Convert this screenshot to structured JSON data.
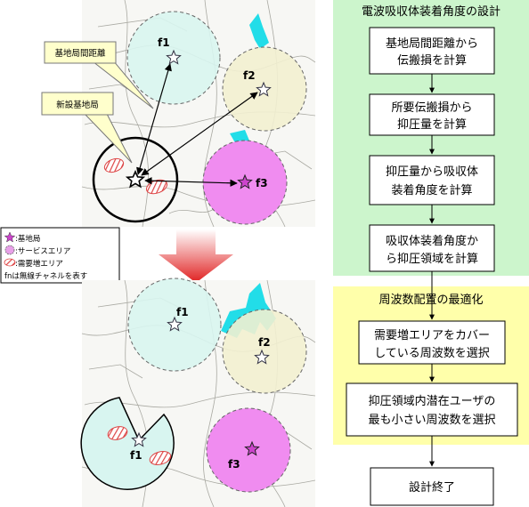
{
  "maps": {
    "top": {
      "cell_f1": "f1",
      "cell_f2": "f2",
      "cell_f3": "f3",
      "callout_distance": "基地局間距離",
      "callout_new_station": "新設基地局"
    },
    "bottom": {
      "cell_f1_upper": "f1",
      "cell_f2": "f2",
      "cell_f3": "f3",
      "cell_f1_new": "f1"
    }
  },
  "legend": {
    "items": [
      {
        "icon": "star-icon",
        "label": ":基地局",
        "color": "#cc44cc"
      },
      {
        "icon": "circle-icon",
        "label": ":サービスエリア",
        "color": "#e8a0e8"
      },
      {
        "icon": "hatched-ellipse-icon",
        "label": ":需要増エリア",
        "color": "#dd4444"
      }
    ],
    "note": "fnは無線チャネルを表す"
  },
  "flow": {
    "section1": {
      "title": "電波吸収体装着角度の設計",
      "steps": [
        [
          "基地局間距離から",
          "伝搬損を計算"
        ],
        [
          "所要伝搬損から",
          "抑圧量を計算"
        ],
        [
          "抑圧量から吸収体",
          "装着角度を計算"
        ],
        [
          "吸収体装着角度か",
          "ら抑圧領域を計算"
        ]
      ]
    },
    "section2": {
      "title": "周波数配置の最適化",
      "steps": [
        [
          "需要増エリアをカバー",
          "している周波数を選択"
        ],
        [
          "抑圧領域内潜在ユーザの",
          "最も小さい周波数を選択"
        ]
      ]
    },
    "end": "設計終了"
  },
  "colors": {
    "flow_section1_bg": "#ccf5cc",
    "flow_section2_bg": "#ffffaa",
    "cell_f1_fill": "#d8f5f0",
    "cell_f2_fill": "#f2f0d0",
    "cell_f3_fill": "#f08cf0",
    "arrow_gradient_top": "#ffffff",
    "arrow_gradient_bottom": "#e02020"
  }
}
